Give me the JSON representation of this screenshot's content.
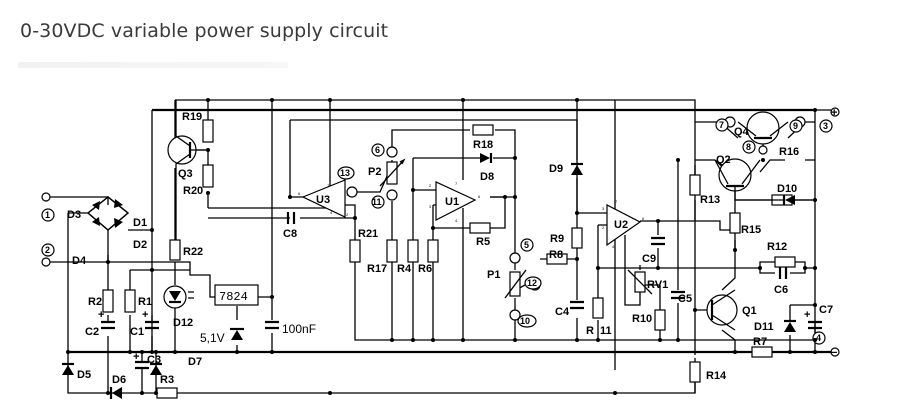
{
  "page": {
    "title": "0-30VDC variable power supply circuit"
  },
  "diagram": {
    "type": "electronic-schematic",
    "components": {
      "diodes": [
        "D1",
        "D2",
        "D3",
        "D4",
        "D5",
        "D6",
        "D7",
        "D8",
        "D9",
        "D10",
        "D11",
        "D12"
      ],
      "resistors": [
        "R1",
        "R2",
        "R3",
        "R4",
        "R5",
        "R6",
        "R7",
        "R8",
        "R9",
        "R10",
        "R11",
        "R12",
        "R13",
        "R14",
        "R15",
        "R16",
        "R17",
        "R18",
        "R19",
        "R20",
        "R21",
        "R22"
      ],
      "capacitors": [
        "C1",
        "C2",
        "C3",
        "C4",
        "C5",
        "C6",
        "C7",
        "C8",
        "C9"
      ],
      "transistors": [
        "Q1",
        "Q2",
        "Q3",
        "Q4"
      ],
      "opamps": [
        "U1",
        "U2",
        "U3"
      ],
      "potentiometers": [
        "P1",
        "P2",
        "RV1"
      ],
      "regulator": "7824",
      "zener_value": "5,1V",
      "cap_value": "100nF"
    },
    "labels": {
      "D1": "D1",
      "D2": "D2",
      "D3": "D3",
      "D4": "D4",
      "D5": "D5",
      "D6": "D6",
      "D7": "D7",
      "D8": "D8",
      "D9": "D9",
      "D10": "D10",
      "D11": "D11",
      "D12": "D12",
      "R1": "R1",
      "R2": "R2",
      "R3": "R3",
      "R4": "R4",
      "R5": "R5",
      "R6": "R6",
      "R7": "R7",
      "R8": "R8",
      "R9": "R9",
      "R10": "R10",
      "R11a": "R",
      "R11b": "11",
      "R12": "R12",
      "R13": "R13",
      "R14": "R14",
      "R15": "R15",
      "R16": "R16",
      "R17": "R17",
      "R18": "R18",
      "R19": "R19",
      "R20": "R20",
      "R21": "R21",
      "R22": "R22",
      "C1": "C1",
      "C2": "C2",
      "C3": "C3",
      "C4": "C4",
      "C5": "C5",
      "C6": "C6",
      "C7": "C7",
      "C8": "C8",
      "C9": "C9",
      "Q1": "Q1",
      "Q2": "Q2",
      "Q3": "Q3",
      "Q4": "Q4",
      "U1": "U1",
      "U2": "U2",
      "U3": "U3",
      "P1": "P1",
      "P2": "P2",
      "RV1": "RV1",
      "reg": "7824",
      "zener": "5,1V",
      "cap": "100nF"
    },
    "terminals": [
      "1",
      "2",
      "3",
      "4",
      "5",
      "6",
      "7",
      "8",
      "9",
      "10",
      "11",
      "12",
      "13"
    ],
    "polarity": {
      "plus": "+",
      "minus": "−"
    }
  }
}
